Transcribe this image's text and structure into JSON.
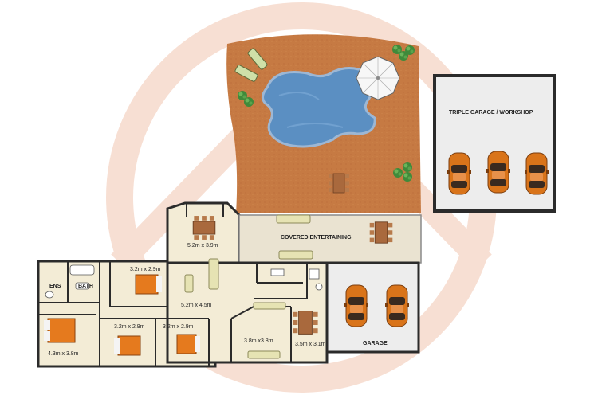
{
  "rooms": {
    "ens": "ENS",
    "bath": "BATH",
    "master": "4.3m x 3.8m",
    "bed2": "3.2m x 2.9m",
    "bed3": "3.2m x 2.9m",
    "bed4": "3.2m x 2.9m",
    "dining": "5.2m x 3.9m",
    "living": "5.2m x 4.5m",
    "family": "3.8m x3.8m",
    "meals": "3.5m x 3.1m",
    "garage": "GARAGE",
    "covered": "COVERED ENTERTAINING",
    "triple": "TRIPLE GARAGE / WORKSHOP"
  },
  "colors": {
    "deck": "#c67a43",
    "pool": "#5b8fc2",
    "floor": "#f3ecd6",
    "veranda": "#eae3d1",
    "garage_floor": "#ededed",
    "wall": "#2b2b2b",
    "bed": "#e57a1e",
    "car": "#d9741a",
    "watermark": "#f4c8b4"
  },
  "icons": [
    "sunlounger-icon",
    "umbrella-icon",
    "plant-icon",
    "dining-set-icon",
    "sofa-icon",
    "bed-icon",
    "car-icon",
    "watermark-logo"
  ]
}
